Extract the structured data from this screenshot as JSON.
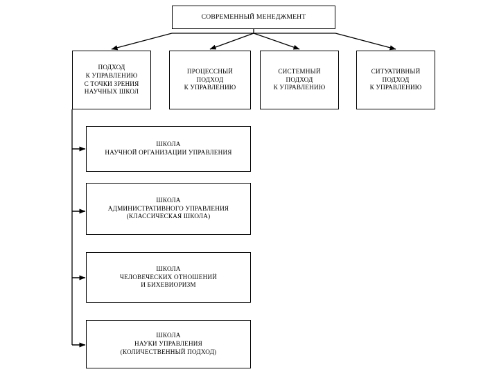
{
  "diagram": {
    "type": "organizational-tree",
    "language": "ru",
    "root": {
      "id": "root",
      "lines": [
        "СОВРЕМЕННЫЙ МЕНЕДЖМЕНТ"
      ]
    },
    "approaches": [
      {
        "id": "approach-scientific-schools",
        "lines": [
          "ПОДХОД",
          "К УПРАВЛЕНИЮ",
          "С ТОЧКИ ЗРЕНИЯ",
          "НАУЧНЫХ ШКОЛ"
        ]
      },
      {
        "id": "approach-process",
        "lines": [
          "ПРОЦЕССНЫЙ",
          "ПОДХОД",
          "К УПРАВЛЕНИЮ"
        ]
      },
      {
        "id": "approach-system",
        "lines": [
          "СИСТЕМНЫЙ",
          "ПОДХОД",
          "К УПРАВЛЕНИЮ"
        ]
      },
      {
        "id": "approach-situational",
        "lines": [
          "СИТУАТИВНЫЙ",
          "ПОДХОД",
          "К УПРАВЛЕНИЮ"
        ]
      }
    ],
    "schools": [
      {
        "id": "school-scientific-organization",
        "lines": [
          "ШКОЛА",
          "НАУЧНОЙ ОРГАНИЗАЦИИ УПРАВЛЕНИЯ"
        ]
      },
      {
        "id": "school-administrative",
        "lines": [
          "ШКОЛА",
          "АДМИНИСТРАТИВНОГО УПРАВЛЕНИЯ",
          "(КЛАССИЧЕСКАЯ ШКОЛА)"
        ]
      },
      {
        "id": "school-human-relations",
        "lines": [
          "ШКОЛА",
          "ЧЕЛОВЕЧЕСКИХ ОТНОШЕНИЙ",
          "И БИХЕВИОРИЗМ"
        ]
      },
      {
        "id": "school-management-science",
        "lines": [
          "ШКОЛА",
          "НАУКИ УПРАВЛЕНИЯ",
          "(КОЛИЧЕСТВЕННЫЙ ПОДХОД)"
        ]
      }
    ],
    "colors": {
      "background": "#ffffff",
      "stroke": "#000000",
      "text": "#000000",
      "box_fill": "#ffffff"
    }
  }
}
